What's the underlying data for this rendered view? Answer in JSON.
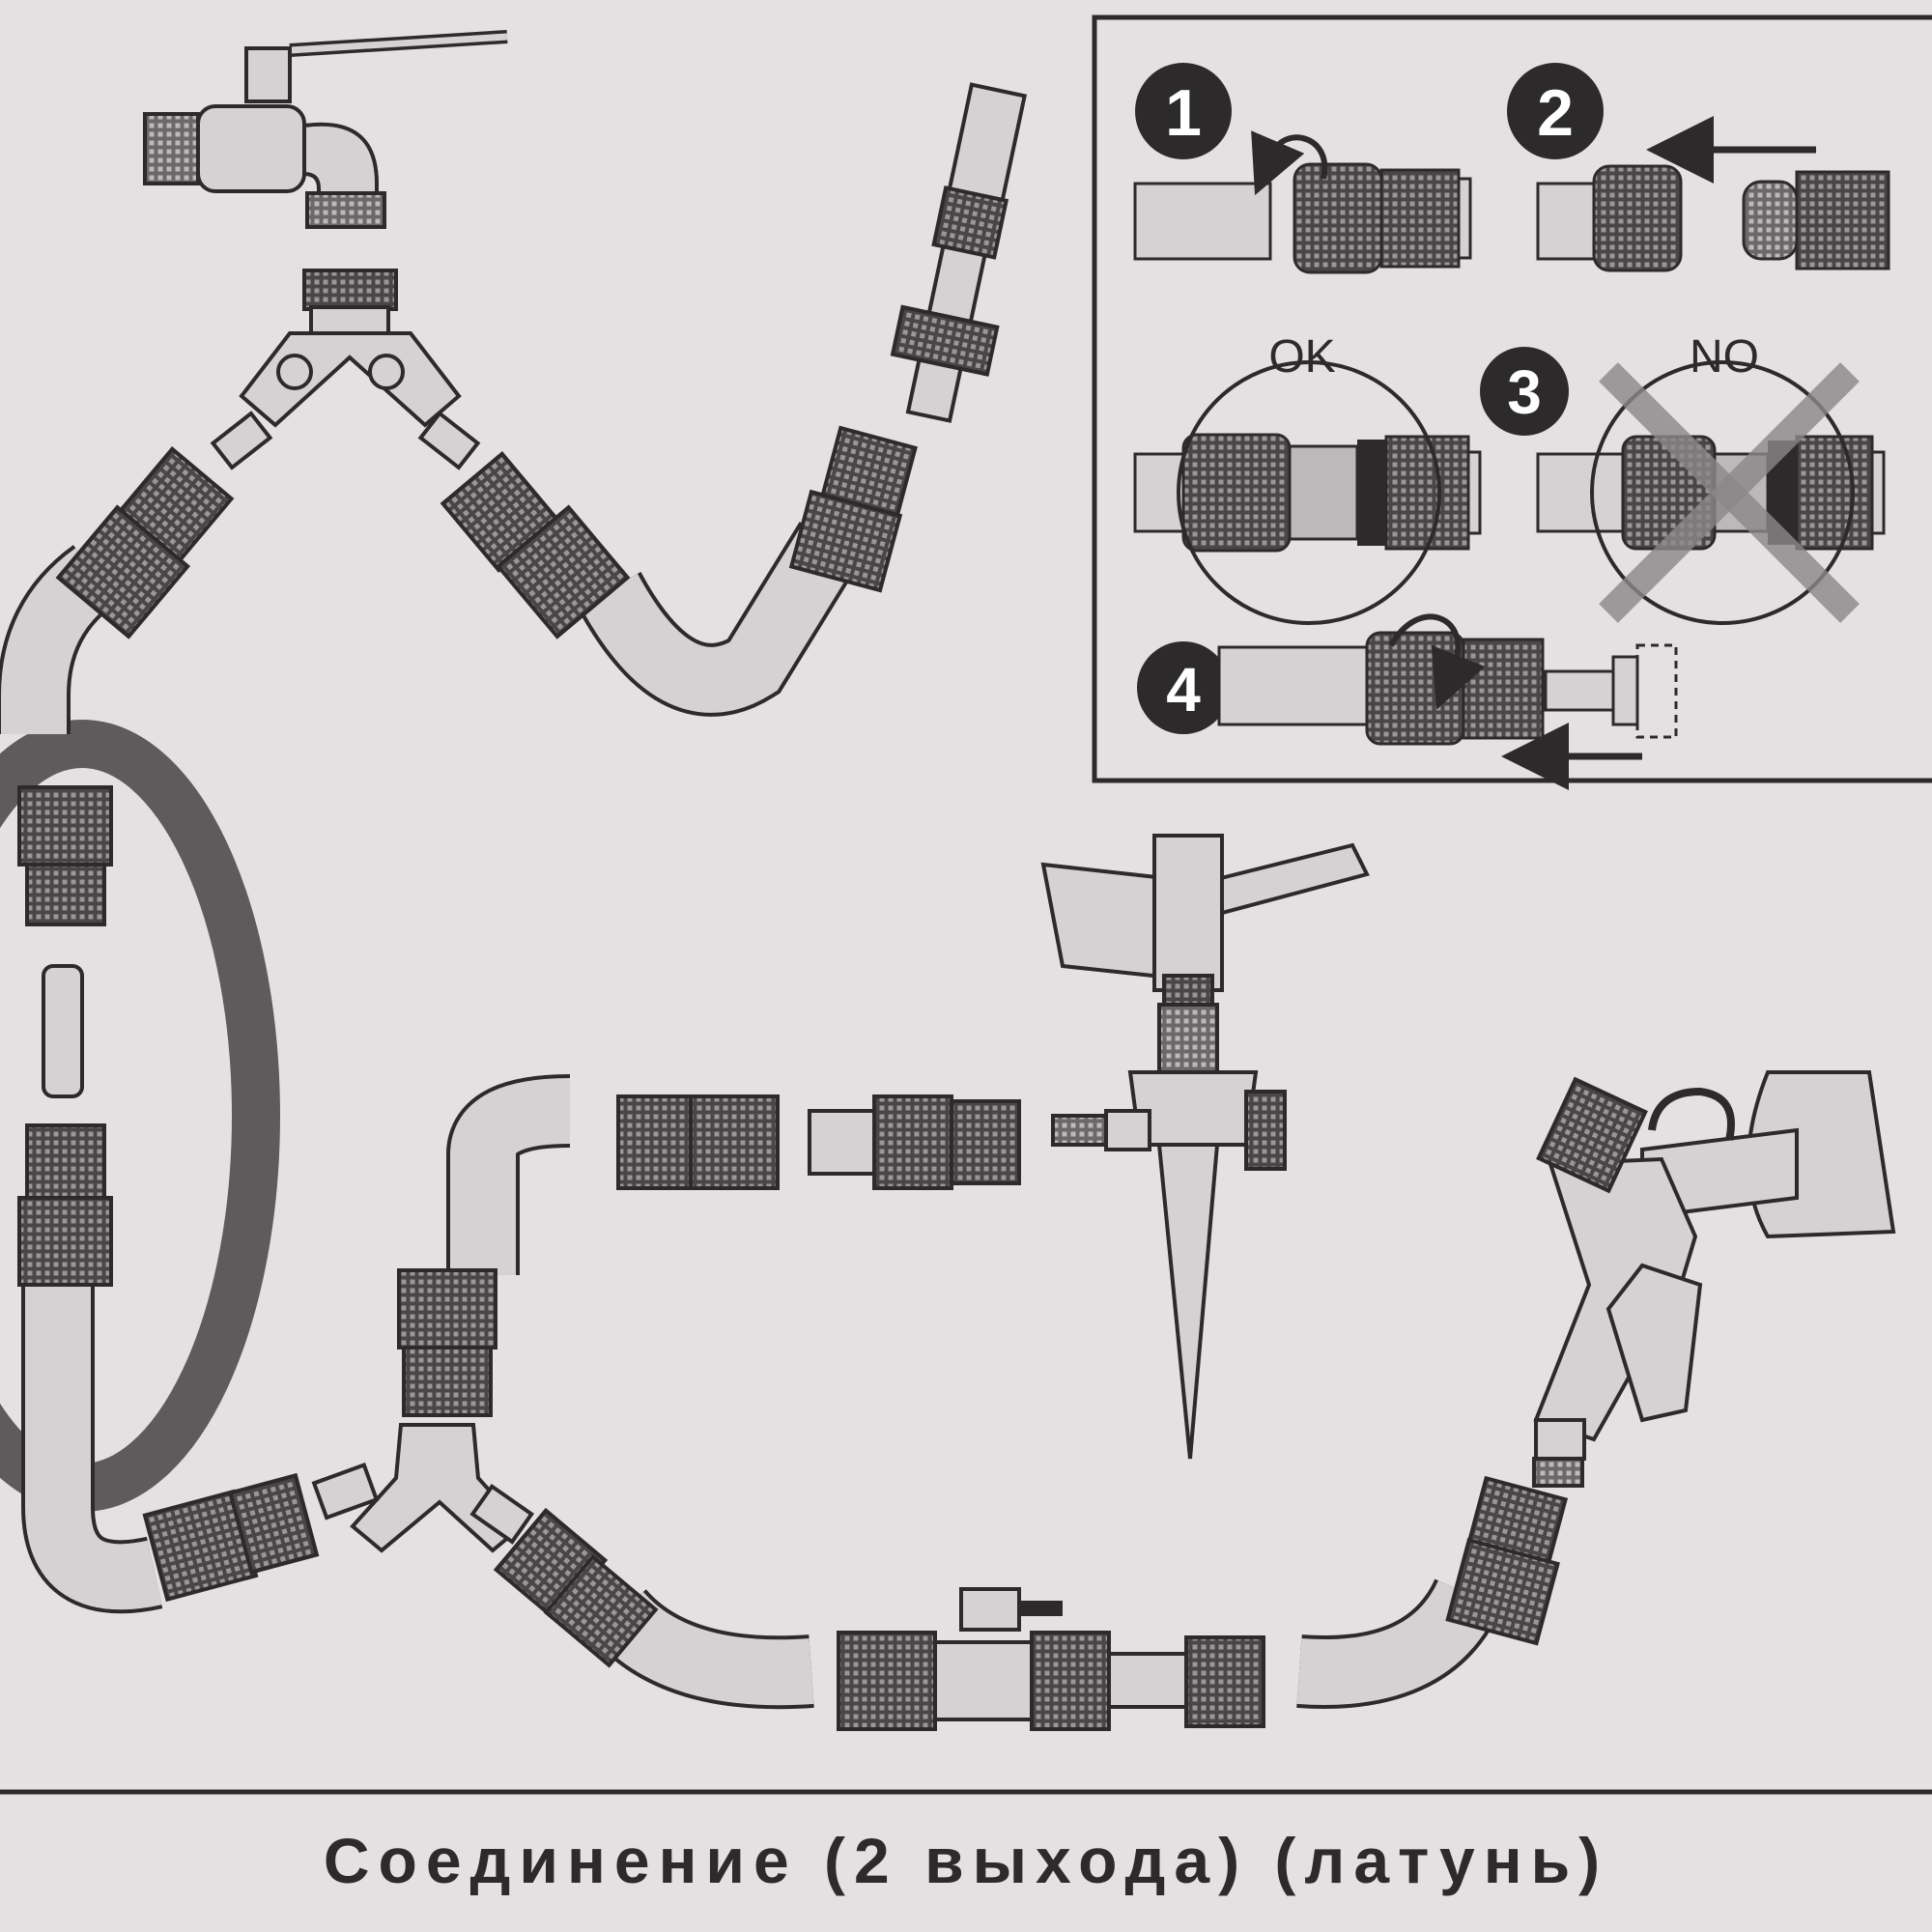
{
  "caption": "Соединение (2 выхода) (латунь)",
  "inset": {
    "step_numbers": [
      "1",
      "2",
      "3",
      "4"
    ],
    "ok_label": "OK",
    "no_label": "NO"
  },
  "colors": {
    "background": "#e4e1e2",
    "ink": "#2c2a2b",
    "part_fill": "#d6d2d3",
    "highlight_ring": "#5f5b5c"
  }
}
